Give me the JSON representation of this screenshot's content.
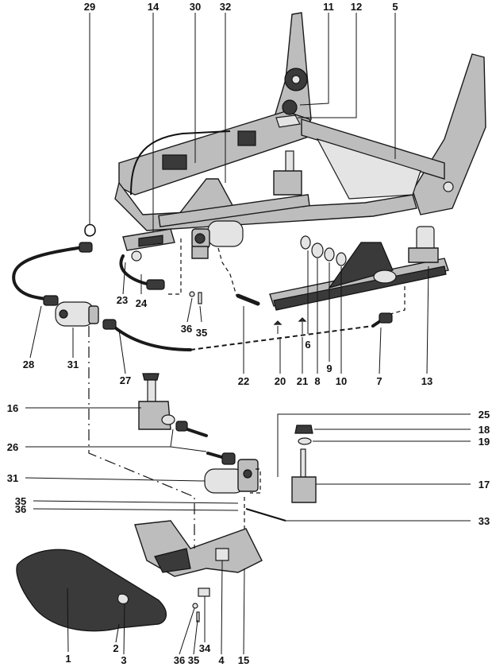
{
  "labels": {
    "n29": "29",
    "n14": "14",
    "n30": "30",
    "n32": "32",
    "n11": "11",
    "n12": "12",
    "n5": "5",
    "n23": "23",
    "n24": "24",
    "n36a": "36",
    "n35a": "35",
    "n22": "22",
    "n6": "6",
    "n20": "20",
    "n21": "21",
    "n8": "8",
    "n9": "9",
    "n10": "10",
    "n7": "7",
    "n13": "13",
    "n28": "28",
    "n31a": "31",
    "n27": "27",
    "n16": "16",
    "n25": "25",
    "n18": "18",
    "n19": "19",
    "n26": "26",
    "n31b": "31",
    "n17": "17",
    "n35b": "35",
    "n36b": "36",
    "n33": "33",
    "n1": "1",
    "n2": "2",
    "n3": "3",
    "n36c": "36",
    "n35c": "35",
    "n34": "34",
    "n4": "4",
    "n15": "15"
  }
}
